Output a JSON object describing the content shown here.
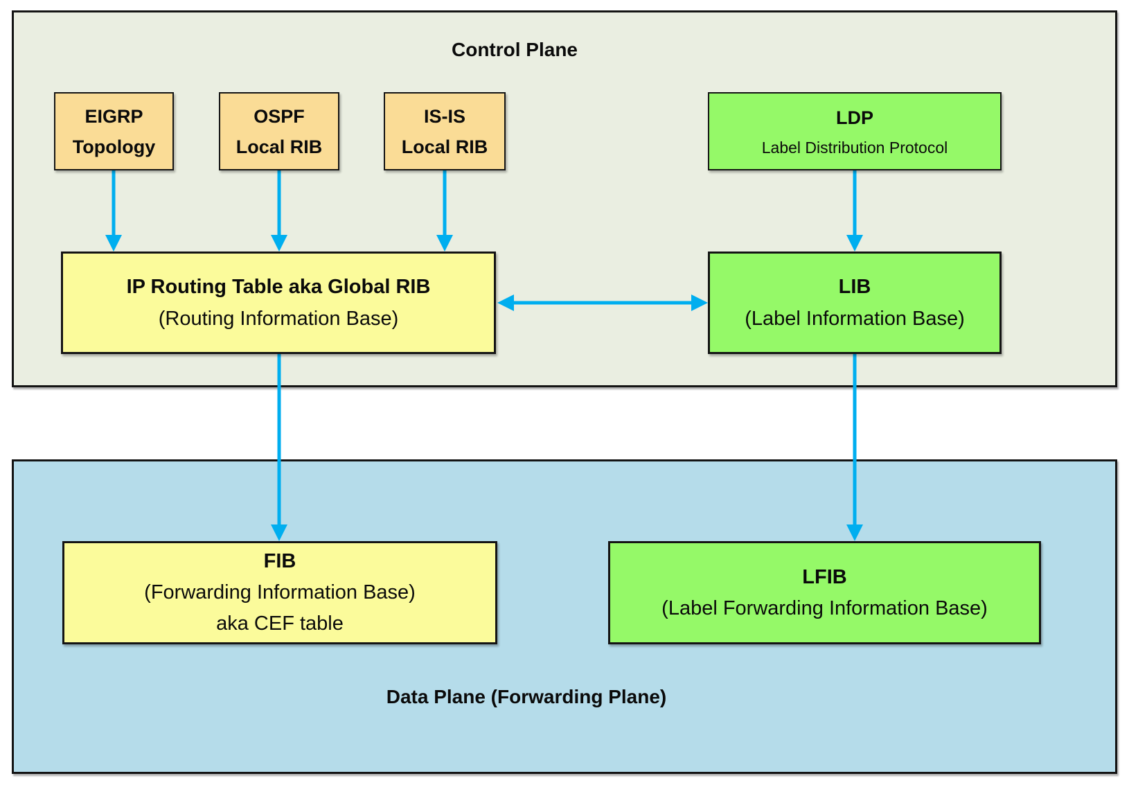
{
  "colors": {
    "arrow": "#00AEEF",
    "box_protocol": "#FADC96",
    "box_rib": "#FBFB9B",
    "box_label": "#95F968",
    "plane_control": "#EAEEE1",
    "plane_data": "#B5DCEA",
    "border": "#141414"
  },
  "control_plane": {
    "title": "Control Plane",
    "boxes": {
      "eigrp": {
        "line1": "EIGRP",
        "line2": "Topology"
      },
      "ospf": {
        "line1": "OSPF",
        "line2": "Local RIB"
      },
      "isis": {
        "line1": "IS-IS",
        "line2": "Local RIB"
      },
      "ldp": {
        "title": "LDP",
        "subtitle": "Label Distribution Protocol"
      },
      "rib": {
        "line1": "IP Routing Table aka Global RIB",
        "line2": "(Routing Information Base)"
      },
      "lib": {
        "line1": "LIB",
        "line2": "(Label Information Base)"
      }
    }
  },
  "data_plane": {
    "title": "Data Plane (Forwarding Plane)",
    "boxes": {
      "fib": {
        "line1": "FIB",
        "line2": "(Forwarding Information Base)",
        "line3": "aka CEF table"
      },
      "lfib": {
        "line1": "LFIB",
        "line2": "(Label Forwarding Information Base)"
      }
    }
  }
}
